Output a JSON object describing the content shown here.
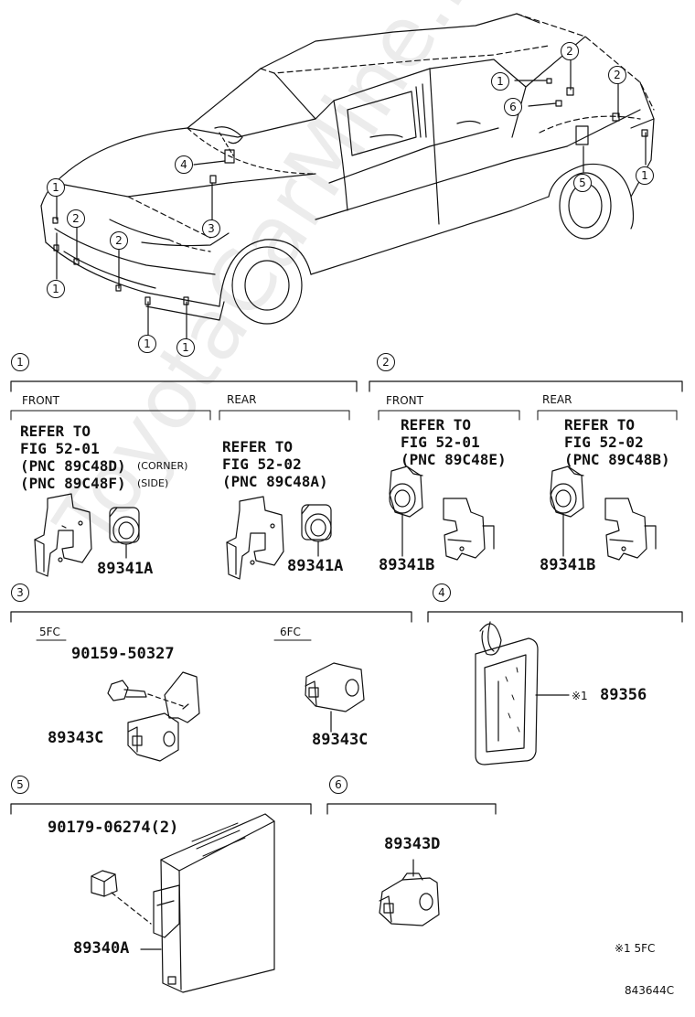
{
  "watermark": "ToyotaCarMine.ru",
  "callouts_car": [
    "1",
    "1",
    "1",
    "1",
    "1",
    "1",
    "1",
    "2",
    "2",
    "2",
    "2",
    "3",
    "4",
    "5",
    "6"
  ],
  "sections": {
    "s1": {
      "num": "1",
      "front": {
        "heading": "FRONT",
        "refer": "REFER TO\nFIG 52-01\n(PNC 89C48D)\n(PNC 89C48F)",
        "corner": "(CORNER)",
        "side": "(SIDE)",
        "part": "89341A"
      },
      "rear": {
        "heading": "REAR",
        "refer": "REFER TO\nFIG 52-02\n(PNC 89C48A)",
        "part": "89341A"
      }
    },
    "s2": {
      "num": "2",
      "front": {
        "heading": "FRONT",
        "refer": "REFER TO\nFIG 52-01\n(PNC 89C48E)",
        "part": "89341B"
      },
      "rear": {
        "heading": "REAR",
        "refer": "REFER TO\nFIG 52-02\n(PNC 89C48B)",
        "part": "89341B"
      }
    },
    "s3": {
      "num": "3",
      "left_heading": "5FC",
      "right_heading": "6FC",
      "bolt": "90159-50327",
      "part_left": "89343C",
      "part_right": "89343C"
    },
    "s4": {
      "num": "4",
      "note_mark": "※1",
      "part": "89356"
    },
    "s5": {
      "num": "5",
      "clip": "90179-06274(2)",
      "part": "89340A"
    },
    "s6": {
      "num": "6",
      "part": "89343D"
    }
  },
  "footnote": "※1  5FC",
  "drawing_code": "843644C"
}
